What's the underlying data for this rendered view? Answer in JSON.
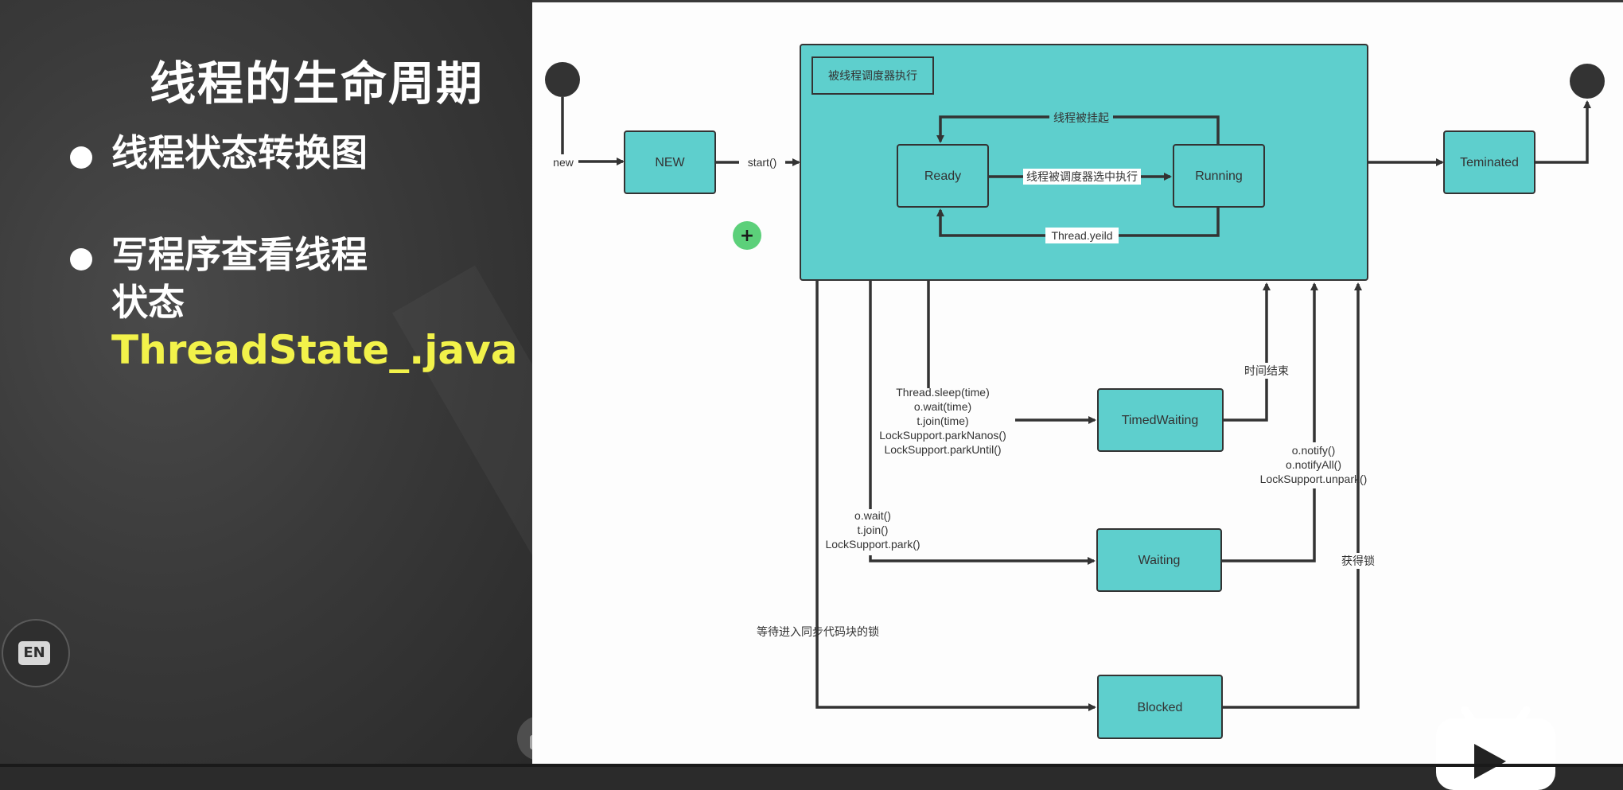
{
  "slide": {
    "title": "线程的生命周期",
    "bullets": [
      {
        "text": "线程状态转换图"
      },
      {
        "line1": "写程序查看线程",
        "line2": "状态",
        "file": "ThreadState_.java"
      }
    ],
    "badge_label": "EN"
  },
  "diagram": {
    "scheduler_box_label": "被线程调度器执行",
    "states": {
      "new": "NEW",
      "ready": "Ready",
      "running": "Running",
      "terminated": "Teminated",
      "timed_waiting": "TimedWaiting",
      "waiting": "Waiting",
      "blocked": "Blocked"
    },
    "edges": {
      "new": "new",
      "start": "start()",
      "suspend": "线程被挂起",
      "scheduled": "线程被调度器选中执行",
      "yield": "Thread.yeild",
      "timed_calls": [
        "Thread.sleep(time)",
        "o.wait(time)",
        "t.join(time)",
        "LockSupport.parkNanos()",
        "LockSupport.parkUntil()"
      ],
      "wait_calls": [
        "o.wait()",
        "t.join()",
        "LockSupport.park()"
      ],
      "notify_calls": [
        "o.notify()",
        "o.notifyAll()",
        "LockSupport.unpark()"
      ],
      "time_over": "时间结束",
      "wait_lock": "等待进入同步代码块的锁",
      "get_lock": "获得锁"
    },
    "plus_marker": "+",
    "colors": {
      "state_fill": "#5ecfcd",
      "line": "#333333",
      "marker": "#5cd07a",
      "file_text": "#f2f24a"
    }
  }
}
